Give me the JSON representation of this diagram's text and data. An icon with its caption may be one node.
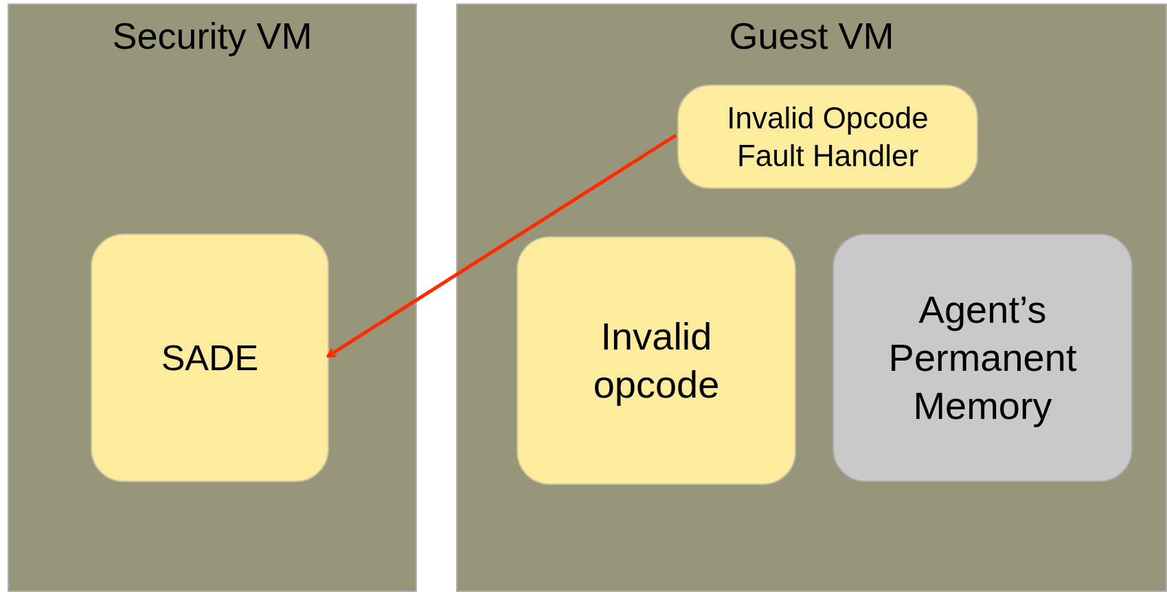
{
  "diagram": {
    "nodes": [
      {
        "text": [
          "Security VM"
        ]
      },
      {
        "text": [
          "SADE"
        ],
        "in": 0
      },
      {
        "text": [
          "Guest VM"
        ]
      },
      {
        "text": [
          "Invalid Opcode Fault Handler"
        ],
        "in": 2
      },
      {
        "text": [
          "Invalid opcode"
        ],
        "in": 2
      },
      {
        "text": [
          "Agent’s Permanent Memory"
        ],
        "in": 2
      }
    ],
    "edges": [
      {
        "from": 3,
        "to": 1,
        "arrow": "to",
        "color": "#ff2a00"
      }
    ]
  }
}
